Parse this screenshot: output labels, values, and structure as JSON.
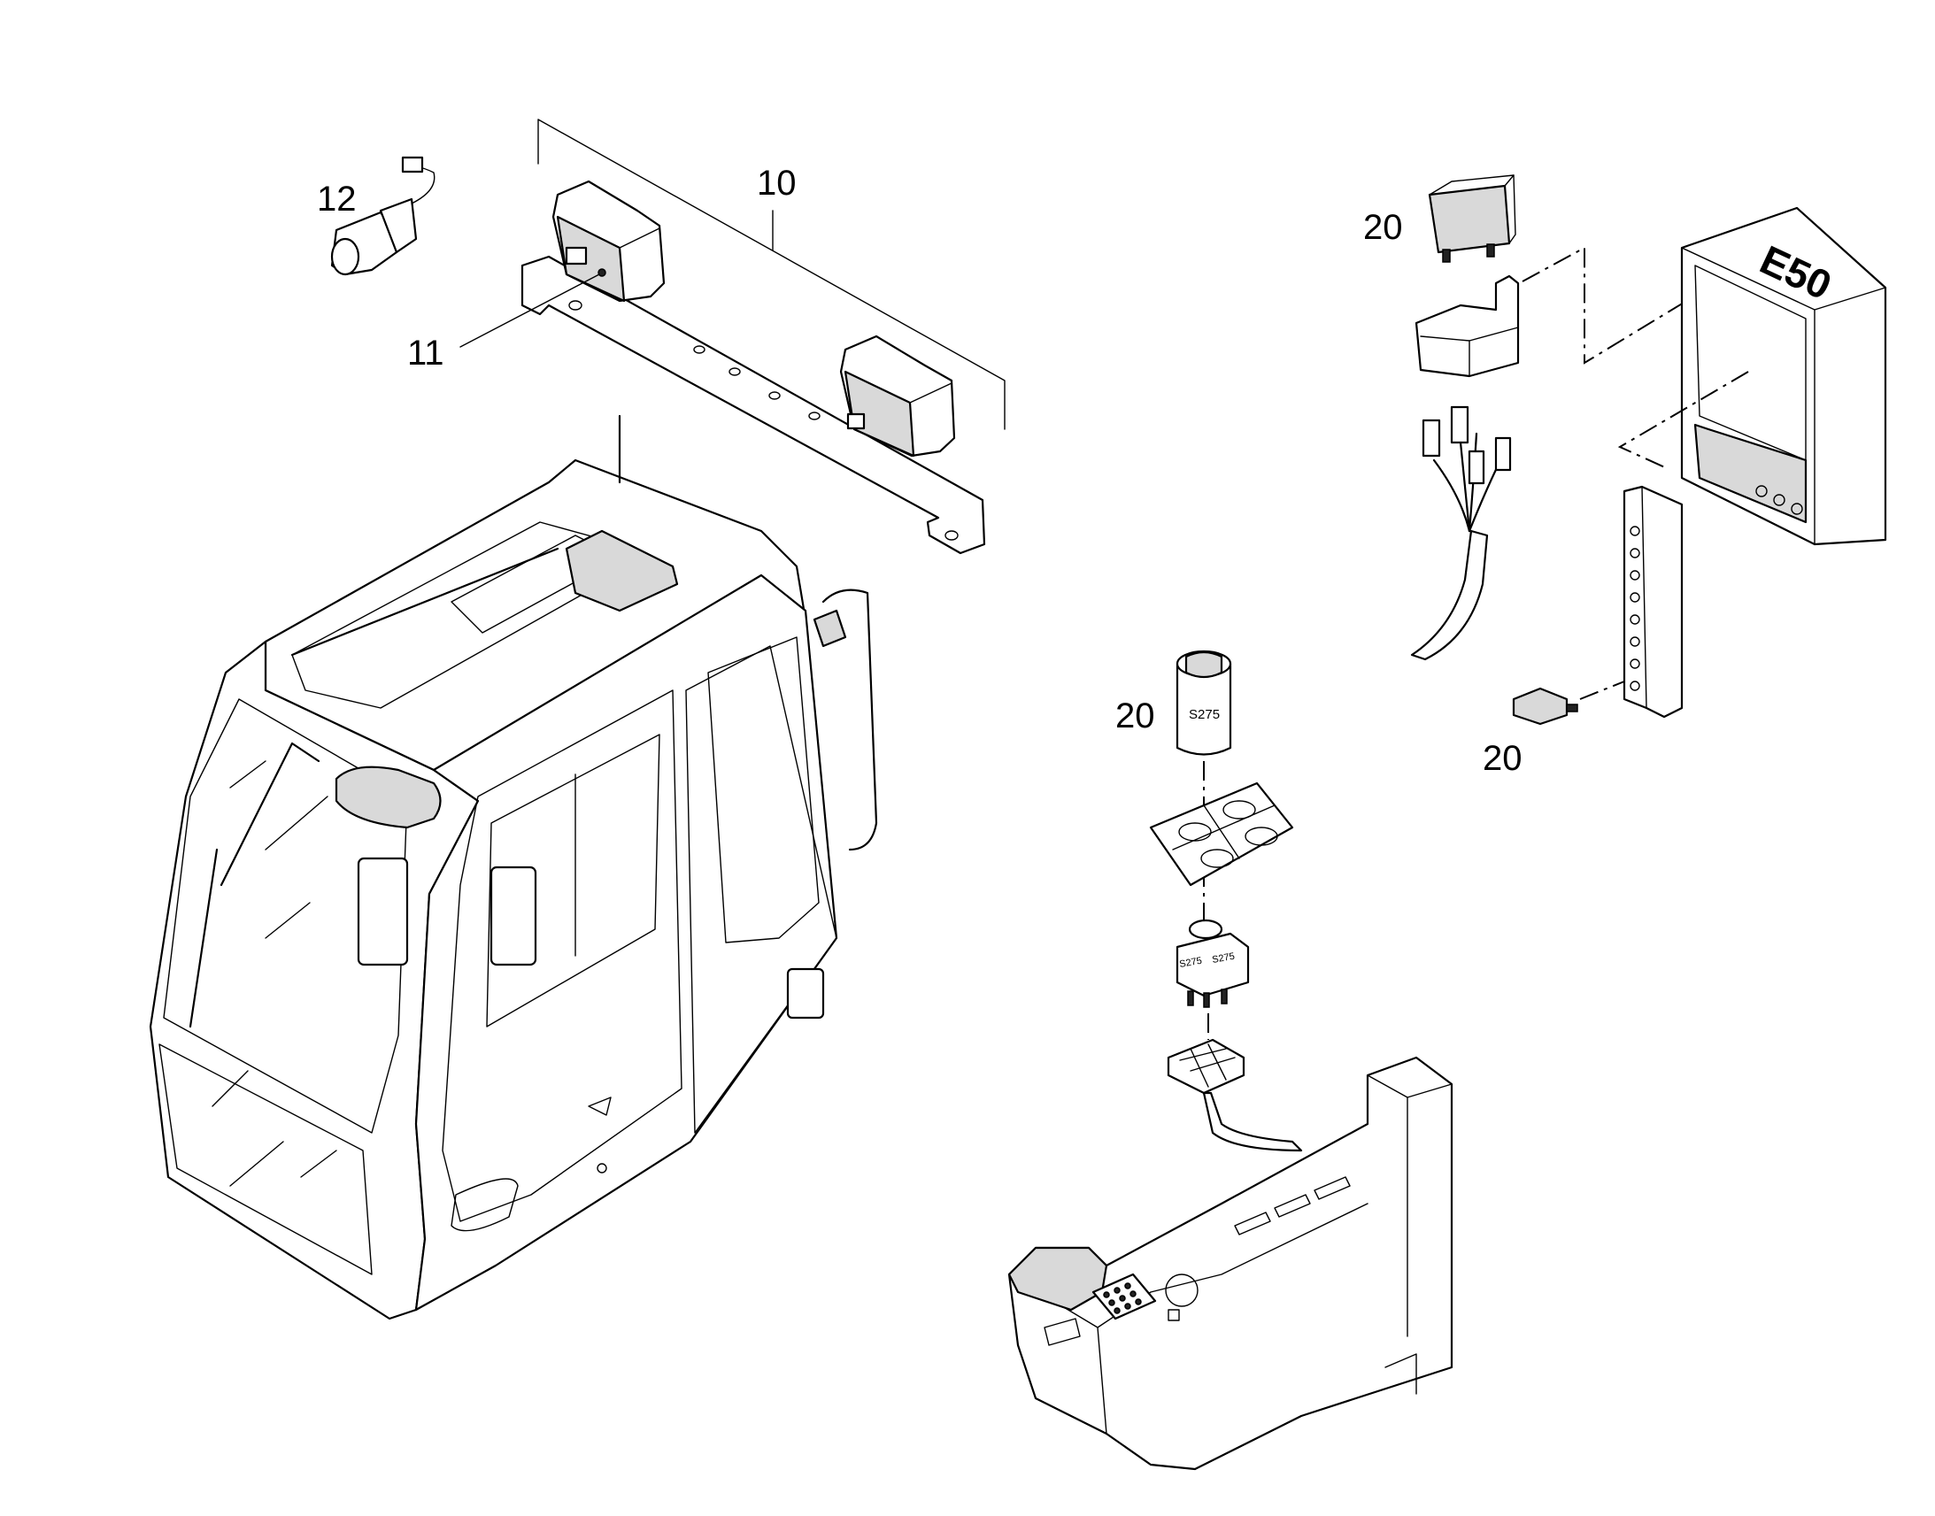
{
  "callouts": {
    "light_bar": "10",
    "work_lamp": "11",
    "bulb": "12",
    "relay": "20",
    "switch": "20",
    "fuse": "20"
  },
  "part_markings": {
    "box_label": "E50",
    "switch_cap": "S275",
    "switch_body_left": "S275",
    "switch_body_right": "S275"
  }
}
